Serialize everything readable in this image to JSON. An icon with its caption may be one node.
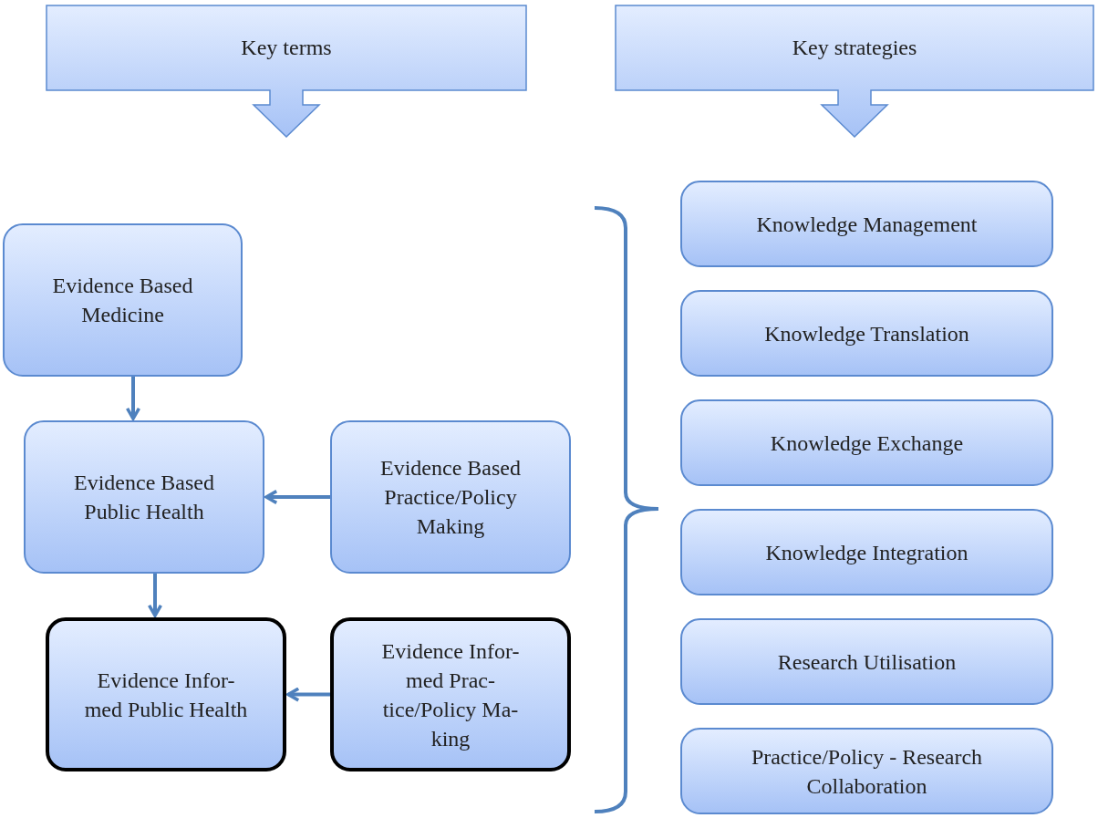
{
  "diagram": {
    "nodes": [
      {
        "text": [
          "Key terms"
        ]
      },
      {
        "text": [
          "Key strategies"
        ]
      },
      {
        "text": [
          "Evidence Based Medicine"
        ]
      },
      {
        "text": [
          "Evidence Based Public Health"
        ]
      },
      {
        "text": [
          "Evidence Based Practice/Policy Making"
        ]
      },
      {
        "text": [
          "Evidence Infor- med Public Health"
        ]
      },
      {
        "text": [
          "Evidence Infor- med Prac- tice/Policy Ma- king"
        ]
      },
      {
        "text": [
          "Knowledge Management"
        ]
      },
      {
        "text": [
          "Knowledge Translation"
        ]
      },
      {
        "text": [
          "Knowledge Exchange"
        ]
      },
      {
        "text": [
          "Knowledge Integration"
        ]
      },
      {
        "text": [
          "Research Utilisation"
        ]
      },
      {
        "text": [
          "Practice/Policy - Research Collaboration"
        ]
      }
    ],
    "edges": [
      {
        "from": 2,
        "to": 3,
        "arrow": "to"
      },
      {
        "from": 4,
        "to": 3,
        "arrow": "to"
      },
      {
        "from": 3,
        "to": 5,
        "arrow": "to"
      },
      {
        "from": 6,
        "to": 5,
        "arrow": "to"
      }
    ]
  }
}
